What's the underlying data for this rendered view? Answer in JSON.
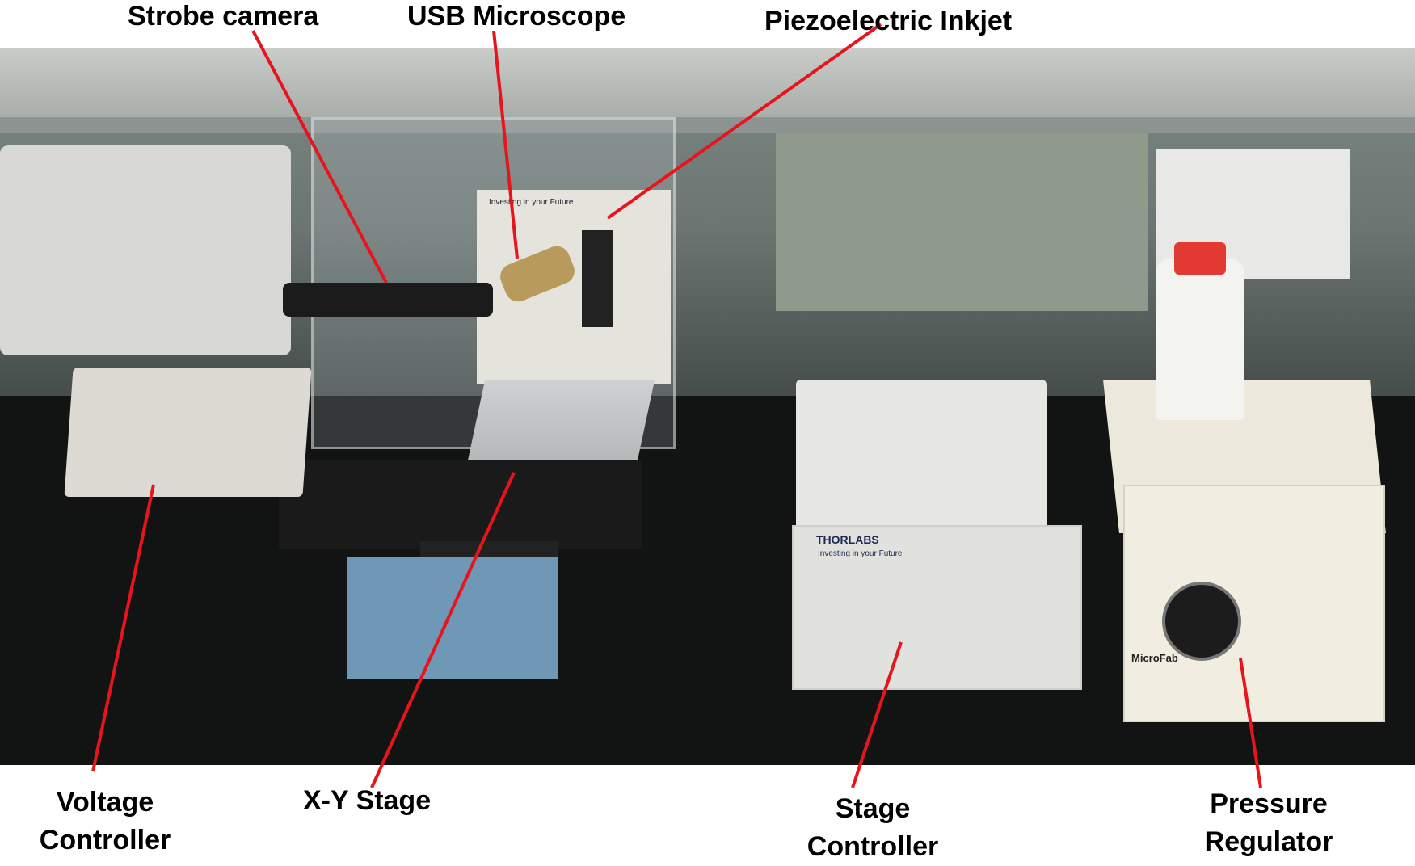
{
  "labels": {
    "strobe_camera": "Strobe camera",
    "usb_microscope": "USB Microscope",
    "piezoelectric_inkjet": "Piezoelectric Inkjet",
    "voltage_controller_line1": "Voltage",
    "voltage_controller_line2": "Controller",
    "xy_stage": "X-Y Stage",
    "stage_controller_line1": "Stage",
    "stage_controller_line2": "Controller",
    "pressure_regulator_line1": "Pressure",
    "pressure_regulator_line2": "Regulator"
  },
  "photo_text": {
    "brand_stage": "THORLABS",
    "investing": "Investing in your Future",
    "investing_small": "Investing in your Future",
    "brand_regulator": "MicroFab"
  },
  "colors": {
    "leader_line": "#e8141c",
    "label_text": "#000000"
  }
}
